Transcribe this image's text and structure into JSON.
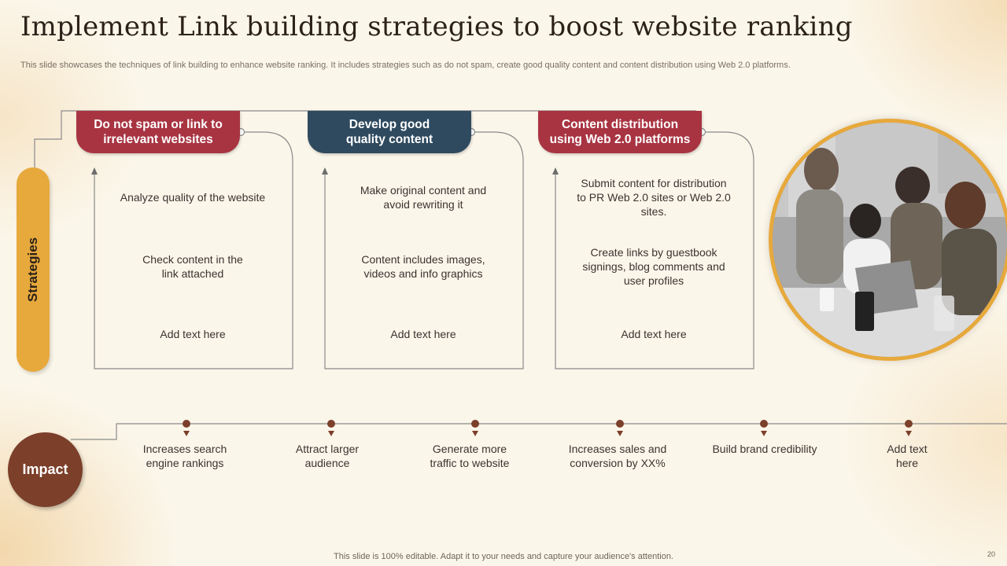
{
  "slide": {
    "title": "Implement Link building strategies to boost website ranking",
    "subtitle": "This slide showcases the techniques of link building to enhance website ranking. It includes strategies such as do not spam, create good quality content and content distribution using Web 2.0 platforms.",
    "footer": "This slide is 100% editable. Adapt it to your needs and capture your audience's attention.",
    "page_number": "20"
  },
  "strategies": {
    "label": "Strategies",
    "columns": [
      {
        "heading": "Do not spam or link to irrelevant websites",
        "items": [
          "Analyze quality of the website",
          "Check content in the link attached",
          "Add text here"
        ]
      },
      {
        "heading": "Develop good quality content",
        "items": [
          "Make original content and avoid rewriting it",
          "Content includes images, videos and info graphics",
          "Add text here"
        ]
      },
      {
        "heading": "Content distribution using Web 2.0 platforms",
        "items": [
          "Submit content for distribution to PR Web 2.0 sites or Web 2.0 sites.",
          "Create links by guestbook signings, blog comments and user profiles",
          "Add text here"
        ]
      }
    ]
  },
  "impact": {
    "label": "Impact",
    "items": [
      "Increases search engine rankings",
      "Attract larger audience",
      "Generate more traffic to website",
      "Increases sales and conversion by XX%",
      "Build brand credibility",
      "Add text here"
    ]
  },
  "colors": {
    "accent_gold": "#e7a93c",
    "heading_red": "#a83442",
    "heading_navy": "#2f4a5f",
    "impact_brown": "#7b3f2a",
    "background": "#fbf6ea"
  },
  "icons": {
    "photo": "team-meeting-photo",
    "marker": "triangle-down-marker"
  }
}
